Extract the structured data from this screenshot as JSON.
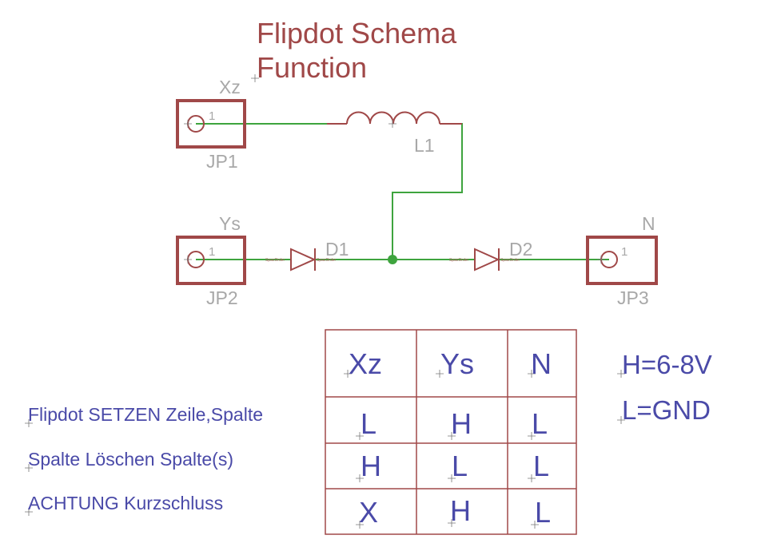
{
  "title": {
    "line1": "Flipdot Schema",
    "line2": "Function"
  },
  "connectors": [
    {
      "ref": "JP1",
      "value": "Xz",
      "pin": "1"
    },
    {
      "ref": "JP2",
      "value": "Ys",
      "pin": "1"
    },
    {
      "ref": "JP3",
      "value": "N",
      "pin": "1"
    }
  ],
  "inductor": {
    "ref": "L1"
  },
  "diodes": [
    {
      "ref": "D1",
      "label_left": "SpacOrder",
      "label_right": "SpacOrder"
    },
    {
      "ref": "D2",
      "label_left": "SpacOrder",
      "label_right": "SpacOrder"
    }
  ],
  "table": {
    "headers": [
      "Xz",
      "Ys",
      "N"
    ],
    "rows": [
      {
        "label": "Flipdot SETZEN Zeile,Spalte",
        "cells": [
          "L",
          "H",
          "L"
        ]
      },
      {
        "label": "Spalte Löschen Spalte(s)",
        "cells": [
          "H",
          "L",
          "L"
        ]
      },
      {
        "label": "ACHTUNG Kurzschluss",
        "cells": [
          "X",
          "H",
          "L"
        ]
      }
    ]
  },
  "legend": [
    "H=6-8V",
    "L=GND"
  ],
  "colors": {
    "component": "#a04848",
    "wire": "#3ea43e",
    "text_blue": "#4a4aa8",
    "ref_gray": "#a8a8a8"
  }
}
